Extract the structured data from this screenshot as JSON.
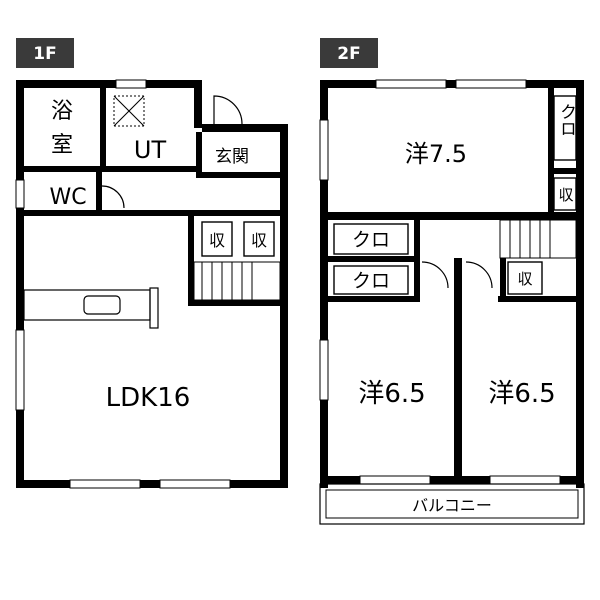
{
  "floors": [
    {
      "badge": "1F",
      "rooms": {
        "bath_line1": "浴",
        "bath_line2": "室",
        "utility": "UT",
        "entrance": "玄関",
        "toilet": "WC",
        "storage_a": "収",
        "storage_b": "収",
        "ldk": "LDK16"
      }
    },
    {
      "badge": "2F",
      "rooms": {
        "western_main": "洋7.5",
        "closet_main": "クロ",
        "storage_main": "収",
        "closet_hall_top": "クロ",
        "closet_hall_bottom": "クロ",
        "storage_hall": "収",
        "western_left": "洋6.5",
        "western_right": "洋6.5",
        "balcony": "バルコニー"
      }
    }
  ],
  "colors": {
    "wall": "#000000",
    "badge_bg": "#3a3a3a",
    "background": "#ffffff"
  }
}
